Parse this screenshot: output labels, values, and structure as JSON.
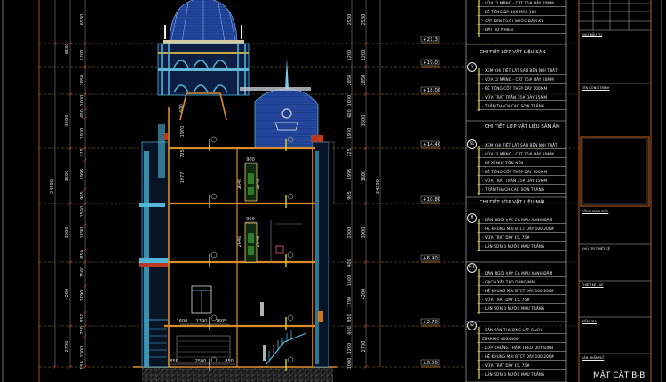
{
  "colors": {
    "background": "#000000",
    "frame": "#c8641e",
    "slab": "#d98c2a",
    "facade": "#4fb6d6",
    "roof": "#1d3e8f",
    "marker": "#e8e040"
  },
  "levels": [
    "+21.3",
    "+19.0",
    "+18.00",
    "+14.40",
    "+10.80",
    "+6.90",
    "+2.70",
    "±0.00"
  ],
  "dims": {
    "left_total": "24290",
    "left_floor": [
      "6830",
      "3600",
      "3600",
      "3900",
      "4200",
      "2700"
    ],
    "left_detail": [
      "6930",
      "1200",
      "2850",
      "1030",
      "600",
      "1970",
      "725",
      "1995",
      "905",
      "1560",
      "1790",
      "850",
      "1560",
      "1790",
      "850",
      "750",
      "2000",
      "150"
    ],
    "right_detail": [
      "2930",
      "1200",
      "2850",
      "1030",
      "600",
      "1970",
      "725",
      "1995",
      "905",
      "2900",
      "400",
      "1560",
      "1790",
      "850",
      "600",
      "1200",
      "1000"
    ],
    "right_floor": [
      "2930",
      "1200",
      "2850",
      "3600",
      "3600",
      "3900",
      "4200",
      "2700"
    ],
    "right_total": "24290",
    "interior": [
      "900",
      "2646",
      "2646",
      "900",
      "2646",
      "2646",
      "1600",
      "1390",
      "1605",
      "850",
      "2500",
      "850",
      "1977",
      "725",
      "1970",
      "600"
    ]
  },
  "materials": {
    "top_rows": [
      "- VỮA XI MĂNG - CÁT 75# DÀY 20MM",
      "- BÊ TÔNG ĐÁ 4X6 MÁC 100",
      "- CÁT ĐEN TƯỚI NƯỚC ĐẦM KỸ",
      "- ĐẤT TỰ NHIÊN"
    ],
    "sections": [
      {
        "heading": "CHI TIẾT LỚP VẬT LIỆU SÀN",
        "marker": "S",
        "rows": [
          "- XEM CHI TIẾT LÁT SÀN BÊN NỘI THẤT",
          "- VỮA XI MĂNG - CÁT 75# DÀY 20MM",
          "- BÊ TÔNG CỐT THÉP DÀY 100MM",
          "- VỮA TRÁT TRẦN 75# DÀY 15MM",
          "- TRẦN THẠCH CAO SƠN TRẮNG"
        ]
      },
      {
        "heading": "CHI TIẾT LỚP VẬT LIỆU SÀN ÁM",
        "marker": "S1",
        "rows": [
          "- XEM CHI TIẾT LÁT SÀN BÊN NỘI THẤT",
          "- VỮA XI MĂNG - CÁT 75# DÀY 20MM",
          "- BT XỈ NHẸ TÔN NỀN",
          "- BÊ TÔNG CỐT THÉP DÀY 100MM",
          "- VỮA TRÁT TRẦN 75# DÀY 15MM",
          "- TRẦN THẠCH CAO SƠN TRẮNG"
        ]
      },
      {
        "heading": "CHI TIẾT LỚP VẬT LIỆU MÁI",
        "marker": "M",
        "rows": [
          "- DÁN NGÓI VẢY CÁ MÀU XANH ĐẬM",
          "- HỆ KHUNG MÁI BTCT DÀY 100 200#",
          "- VỮA TRÁT DÀY 15, 75#",
          "- LĂN SƠN 3 NƯỚC MÀU TRẮNG"
        ]
      },
      {
        "heading": "",
        "marker": "M1",
        "rows": [
          "- DÁN NGÓI VẢY CÁ MÀU XANH ĐẬM",
          "- GẠCH XÂY TẠO DÁNG MÁI",
          "- HỆ KHUNG MÁI BTCT DÀY 100 200#",
          "- VỮA TRÁT DÀY 15, 75#",
          "- LĂN SƠN 3 NƯỚC MÀU TRẮNG"
        ]
      },
      {
        "heading": "",
        "marker": "S2",
        "rows": [
          "- SÂN SÀN THƯỢNG LÁT GẠCH",
          "CERAMIC 400X400",
          "- LỚP CHỐNG THẤM THEO QUY ĐỊNH",
          "- HỆ KHUNG MÁI BTCT DÀY 100 200#",
          "- VỮA TRÁT DÀY 15, 75#",
          "- LĂN SƠN 3 NƯỚC MÀU TRẮNG"
        ]
      }
    ]
  },
  "title_block": {
    "labels": [
      "CHỦ ĐẦU TƯ",
      "TÊN CÔNG TRÌNH",
      "TỔNG GIÁM ĐỐC",
      "CHỦ TRÌ THIẾT KẾ",
      "THIẾT KẾ - VẼ",
      "KIỂM TRA",
      "SẢN PHẨM SỐ"
    ],
    "drawing_title": "MẶT CẮT B-B"
  }
}
